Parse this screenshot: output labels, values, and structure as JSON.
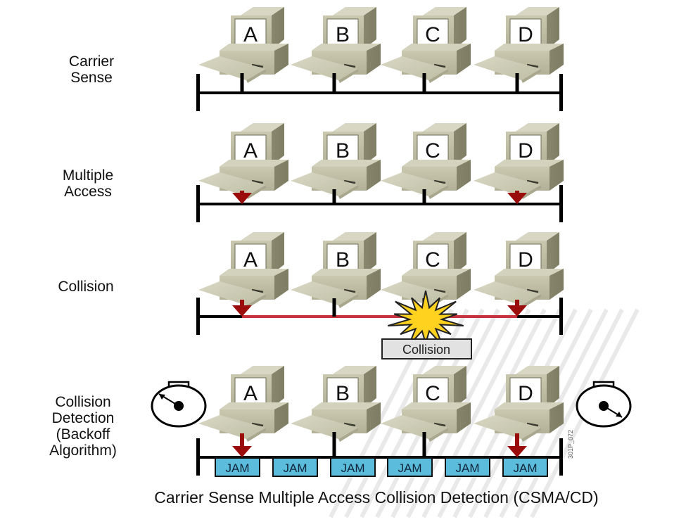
{
  "figure": {
    "caption": "Carrier Sense Multiple Access Collision Detection (CSMA/CD)",
    "figure_code": "301P_072",
    "colors": {
      "bus": "#000000",
      "arrow": "#9b0d0d",
      "collision_signal": "#c8323c",
      "burst_fill": "#ffd21f",
      "jam_fill": "#5bbcdc",
      "collision_box_fill": "#e2e2e2",
      "computer_body": "#c4c3aa"
    }
  },
  "stations": [
    "A",
    "B",
    "C",
    "D"
  ],
  "rows": [
    {
      "label_lines": [
        "Carrier",
        "Sense"
      ],
      "transmitting": [],
      "collision": false,
      "jam": false
    },
    {
      "label_lines": [
        "Multiple",
        "Access"
      ],
      "transmitting": [
        "A",
        "D"
      ],
      "collision": false,
      "jam": false
    },
    {
      "label_lines": [
        "Collision"
      ],
      "transmitting": [
        "A",
        "D"
      ],
      "collision": true,
      "collision_label": "Collision",
      "jam": false
    },
    {
      "label_lines": [
        "Collision",
        "Detection",
        "(Backoff",
        "Algorithm)"
      ],
      "transmitting": [
        "A",
        "D"
      ],
      "collision": false,
      "jam": true,
      "jam_label": "JAM",
      "jam_count": 6,
      "backoff_timers": [
        "left-timer",
        "right-timer"
      ]
    }
  ]
}
